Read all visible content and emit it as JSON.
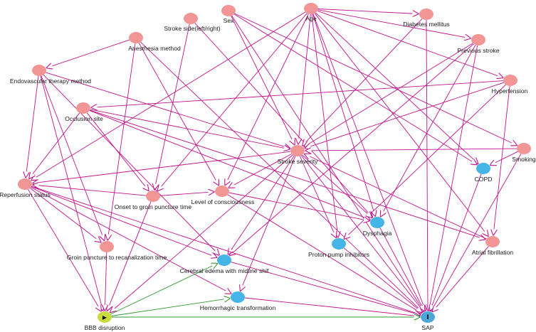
{
  "colors": {
    "ancestor_node": "#f08c8c",
    "ancestor_fill": "#f29595",
    "mediator_node": "#45b4e6",
    "exposure_node": "#c9dc3c",
    "outcome_node": "#4fa6d9",
    "edge_biasing": "#c0148c",
    "edge_causal": "#2f9a2f"
  },
  "nodes": [
    {
      "id": "age",
      "label": "Age",
      "kind": "ancestor"
    },
    {
      "id": "sex",
      "label": "Sex",
      "kind": "ancestor"
    },
    {
      "id": "stroke_side",
      "label": "Stroke side(left/right)",
      "kind": "ancestor"
    },
    {
      "id": "diabetes",
      "label": "Diabetes mellitus",
      "kind": "ancestor"
    },
    {
      "id": "anesthesia",
      "label": "Anesthesia method",
      "kind": "ancestor"
    },
    {
      "id": "previous_stroke",
      "label": "Previous stroke",
      "kind": "ancestor"
    },
    {
      "id": "endovascular",
      "label": "Endovascular therapy method",
      "kind": "ancestor"
    },
    {
      "id": "hypertension",
      "label": "Hypertension",
      "kind": "ancestor"
    },
    {
      "id": "occlusion",
      "label": "Occlusion site",
      "kind": "ancestor"
    },
    {
      "id": "stroke_severity",
      "label": "Stroke severity",
      "kind": "ancestor"
    },
    {
      "id": "smoking",
      "label": "Smoking",
      "kind": "ancestor"
    },
    {
      "id": "copd",
      "label": "COPD",
      "kind": "mediator"
    },
    {
      "id": "reperfusion",
      "label": "Reperfusion status",
      "kind": "ancestor"
    },
    {
      "id": "onset",
      "label": "Onset to groin puncture time",
      "kind": "ancestor"
    },
    {
      "id": "consciousness",
      "label": "Level of consciousness",
      "kind": "ancestor"
    },
    {
      "id": "dysphagia",
      "label": "Dysphagia",
      "kind": "mediator"
    },
    {
      "id": "ppi",
      "label": "Proton pump inhibitors",
      "kind": "mediator"
    },
    {
      "id": "afib",
      "label": "Atrial fibrillation",
      "kind": "ancestor"
    },
    {
      "id": "groin",
      "label": "Groin puncture to recanalization time",
      "kind": "ancestor"
    },
    {
      "id": "edema",
      "label": "Cerebral edema with midline shif",
      "kind": "mediator"
    },
    {
      "id": "hemorrhagic",
      "label": "Hemorrhagic transformation",
      "kind": "mediator"
    },
    {
      "id": "bbb",
      "label": "BBB disruption",
      "kind": "exposure",
      "glyph": "▶"
    },
    {
      "id": "sap",
      "label": "SAP",
      "kind": "outcome",
      "glyph": "I"
    }
  ],
  "edges": [
    {
      "from": "age",
      "to": "diabetes",
      "type": "biasing"
    },
    {
      "from": "age",
      "to": "previous_stroke",
      "type": "biasing"
    },
    {
      "from": "age",
      "to": "hypertension",
      "type": "biasing"
    },
    {
      "from": "age",
      "to": "stroke_severity",
      "type": "biasing"
    },
    {
      "from": "age",
      "to": "afib",
      "type": "biasing"
    },
    {
      "from": "age",
      "to": "copd",
      "type": "biasing"
    },
    {
      "from": "age",
      "to": "dysphagia",
      "type": "biasing"
    },
    {
      "from": "age",
      "to": "ppi",
      "type": "biasing"
    },
    {
      "from": "age",
      "to": "sap",
      "type": "biasing"
    },
    {
      "from": "age",
      "to": "consciousness",
      "type": "biasing"
    },
    {
      "from": "age",
      "to": "onset",
      "type": "biasing"
    },
    {
      "from": "age",
      "to": "reperfusion",
      "type": "biasing"
    },
    {
      "from": "sex",
      "to": "stroke_severity",
      "type": "biasing"
    },
    {
      "from": "sex",
      "to": "copd",
      "type": "biasing"
    },
    {
      "from": "sex",
      "to": "sap",
      "type": "biasing"
    },
    {
      "from": "sex",
      "to": "smoking",
      "type": "biasing"
    },
    {
      "from": "stroke_side",
      "to": "onset",
      "type": "biasing"
    },
    {
      "from": "stroke_side",
      "to": "dysphagia",
      "type": "biasing"
    },
    {
      "from": "diabetes",
      "to": "sap",
      "type": "biasing"
    },
    {
      "from": "diabetes",
      "to": "stroke_severity",
      "type": "biasing"
    },
    {
      "from": "anesthesia",
      "to": "endovascular",
      "type": "biasing"
    },
    {
      "from": "anesthesia",
      "to": "groin",
      "type": "biasing"
    },
    {
      "from": "anesthesia",
      "to": "consciousness",
      "type": "biasing"
    },
    {
      "from": "anesthesia",
      "to": "sap",
      "type": "biasing"
    },
    {
      "from": "previous_stroke",
      "to": "stroke_severity",
      "type": "biasing"
    },
    {
      "from": "previous_stroke",
      "to": "dysphagia",
      "type": "biasing"
    },
    {
      "from": "previous_stroke",
      "to": "sap",
      "type": "biasing"
    },
    {
      "from": "previous_stroke",
      "to": "edema",
      "type": "biasing"
    },
    {
      "from": "hypertension",
      "to": "occlusion",
      "type": "biasing"
    },
    {
      "from": "hypertension",
      "to": "stroke_severity",
      "type": "biasing"
    },
    {
      "from": "hypertension",
      "to": "afib",
      "type": "biasing"
    },
    {
      "from": "hypertension",
      "to": "ppi",
      "type": "biasing"
    },
    {
      "from": "endovascular",
      "to": "reperfusion",
      "type": "biasing"
    },
    {
      "from": "endovascular",
      "to": "groin",
      "type": "biasing"
    },
    {
      "from": "endovascular",
      "to": "bbb",
      "type": "biasing"
    },
    {
      "from": "endovascular",
      "to": "stroke_severity",
      "type": "biasing"
    },
    {
      "from": "endovascular",
      "to": "edema",
      "type": "biasing"
    },
    {
      "from": "occlusion",
      "to": "reperfusion",
      "type": "biasing"
    },
    {
      "from": "occlusion",
      "to": "stroke_severity",
      "type": "biasing"
    },
    {
      "from": "occlusion",
      "to": "onset",
      "type": "biasing"
    },
    {
      "from": "occlusion",
      "to": "dysphagia",
      "type": "biasing"
    },
    {
      "from": "occlusion",
      "to": "afib",
      "type": "biasing"
    },
    {
      "from": "stroke_severity",
      "to": "reperfusion",
      "type": "biasing"
    },
    {
      "from": "stroke_severity",
      "to": "consciousness",
      "type": "biasing"
    },
    {
      "from": "stroke_severity",
      "to": "dysphagia",
      "type": "biasing"
    },
    {
      "from": "stroke_severity",
      "to": "ppi",
      "type": "biasing"
    },
    {
      "from": "stroke_severity",
      "to": "edema",
      "type": "biasing"
    },
    {
      "from": "stroke_severity",
      "to": "hemorrhagic",
      "type": "biasing"
    },
    {
      "from": "stroke_severity",
      "to": "sap",
      "type": "biasing"
    },
    {
      "from": "stroke_severity",
      "to": "bbb",
      "type": "biasing"
    },
    {
      "from": "smoking",
      "to": "copd",
      "type": "biasing"
    },
    {
      "from": "smoking",
      "to": "stroke_severity",
      "type": "biasing"
    },
    {
      "from": "smoking",
      "to": "sap",
      "type": "biasing"
    },
    {
      "from": "copd",
      "to": "sap",
      "type": "biasing"
    },
    {
      "from": "reperfusion",
      "to": "groin",
      "type": "biasing"
    },
    {
      "from": "reperfusion",
      "to": "bbb",
      "type": "biasing"
    },
    {
      "from": "reperfusion",
      "to": "edema",
      "type": "biasing"
    },
    {
      "from": "reperfusion",
      "to": "hemorrhagic",
      "type": "biasing"
    },
    {
      "from": "reperfusion",
      "to": "sap",
      "type": "biasing"
    },
    {
      "from": "onset",
      "to": "reperfusion",
      "type": "biasing"
    },
    {
      "from": "onset",
      "to": "consciousness",
      "type": "biasing"
    },
    {
      "from": "onset",
      "to": "bbb",
      "type": "biasing"
    },
    {
      "from": "consciousness",
      "to": "dysphagia",
      "type": "biasing"
    },
    {
      "from": "consciousness",
      "to": "sap",
      "type": "biasing"
    },
    {
      "from": "dysphagia",
      "to": "sap",
      "type": "biasing"
    },
    {
      "from": "ppi",
      "to": "sap",
      "type": "biasing"
    },
    {
      "from": "afib",
      "to": "sap",
      "type": "biasing"
    },
    {
      "from": "afib",
      "to": "stroke_severity",
      "type": "biasing"
    },
    {
      "from": "groin",
      "to": "bbb",
      "type": "biasing"
    },
    {
      "from": "edema",
      "to": "sap",
      "type": "biasing"
    },
    {
      "from": "hemorrhagic",
      "to": "sap",
      "type": "biasing"
    },
    {
      "from": "bbb",
      "to": "edema",
      "type": "causal"
    },
    {
      "from": "bbb",
      "to": "hemorrhagic",
      "type": "causal"
    },
    {
      "from": "bbb",
      "to": "sap",
      "type": "causal"
    }
  ]
}
